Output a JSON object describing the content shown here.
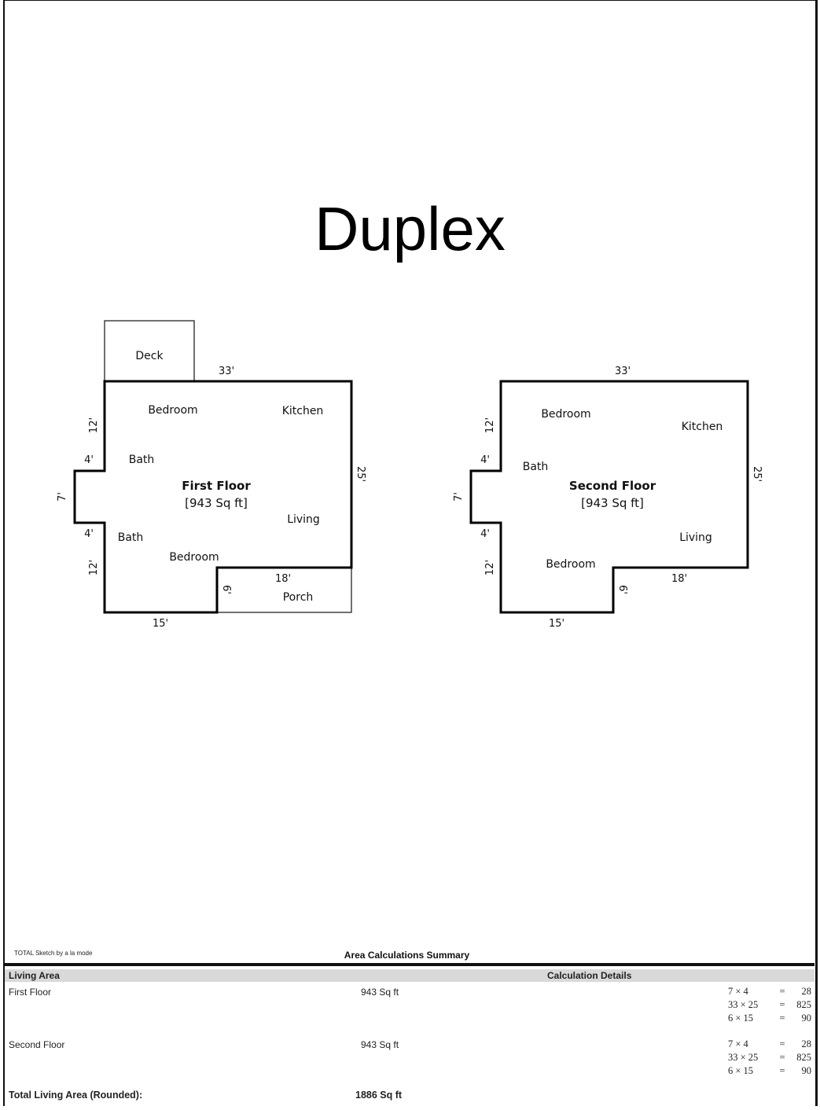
{
  "title": "Duplex",
  "first_floor": {
    "name": "First Floor",
    "area": "[943 Sq ft]",
    "rooms": {
      "deck": "Deck",
      "bedroom_top": "Bedroom",
      "kitchen": "Kitchen",
      "bath_top": "Bath",
      "living": "Living",
      "bath_bottom": "Bath",
      "bedroom_bottom": "Bedroom",
      "porch": "Porch"
    },
    "dims": {
      "top": "33'",
      "right": "25'",
      "left_upper": "12'",
      "notch_top": "4'",
      "notch_side": "7'",
      "notch_bottom": "4'",
      "left_lower": "12'",
      "step_inner": "18'",
      "step_side": "6'",
      "bottom": "15'"
    }
  },
  "second_floor": {
    "name": "Second Floor",
    "area": "[943 Sq ft]",
    "rooms": {
      "bedroom_top": "Bedroom",
      "kitchen": "Kitchen",
      "bath": "Bath",
      "living": "Living",
      "bedroom_bottom": "Bedroom"
    },
    "dims": {
      "top": "33'",
      "right": "25'",
      "left_upper": "12'",
      "notch_top": "4'",
      "notch_side": "7'",
      "notch_bottom": "4'",
      "left_lower": "12'",
      "step_inner": "18'",
      "step_side": "6'",
      "bottom": "15'"
    }
  },
  "footer": {
    "credit": "TOTAL Sketch by a la mode",
    "summary_title": "Area Calculations Summary",
    "living_area_header": "Living Area",
    "calc_details_header": "Calculation Details",
    "rows": [
      {
        "name": "First Floor",
        "area": "943 Sq ft",
        "calcs": [
          {
            "expr": "7 × 4",
            "eq": "=",
            "res": "28"
          },
          {
            "expr": "33 × 25",
            "eq": "=",
            "res": "825"
          },
          {
            "expr": "6 × 15",
            "eq": "=",
            "res": "90"
          }
        ]
      },
      {
        "name": "Second Floor",
        "area": "943 Sq ft",
        "calcs": [
          {
            "expr": "7 × 4",
            "eq": "=",
            "res": "28"
          },
          {
            "expr": "33 × 25",
            "eq": "=",
            "res": "825"
          },
          {
            "expr": "6 × 15",
            "eq": "=",
            "res": "90"
          }
        ]
      }
    ],
    "total_label": "Total Living Area (Rounded):",
    "total_value": "1886 Sq ft"
  }
}
